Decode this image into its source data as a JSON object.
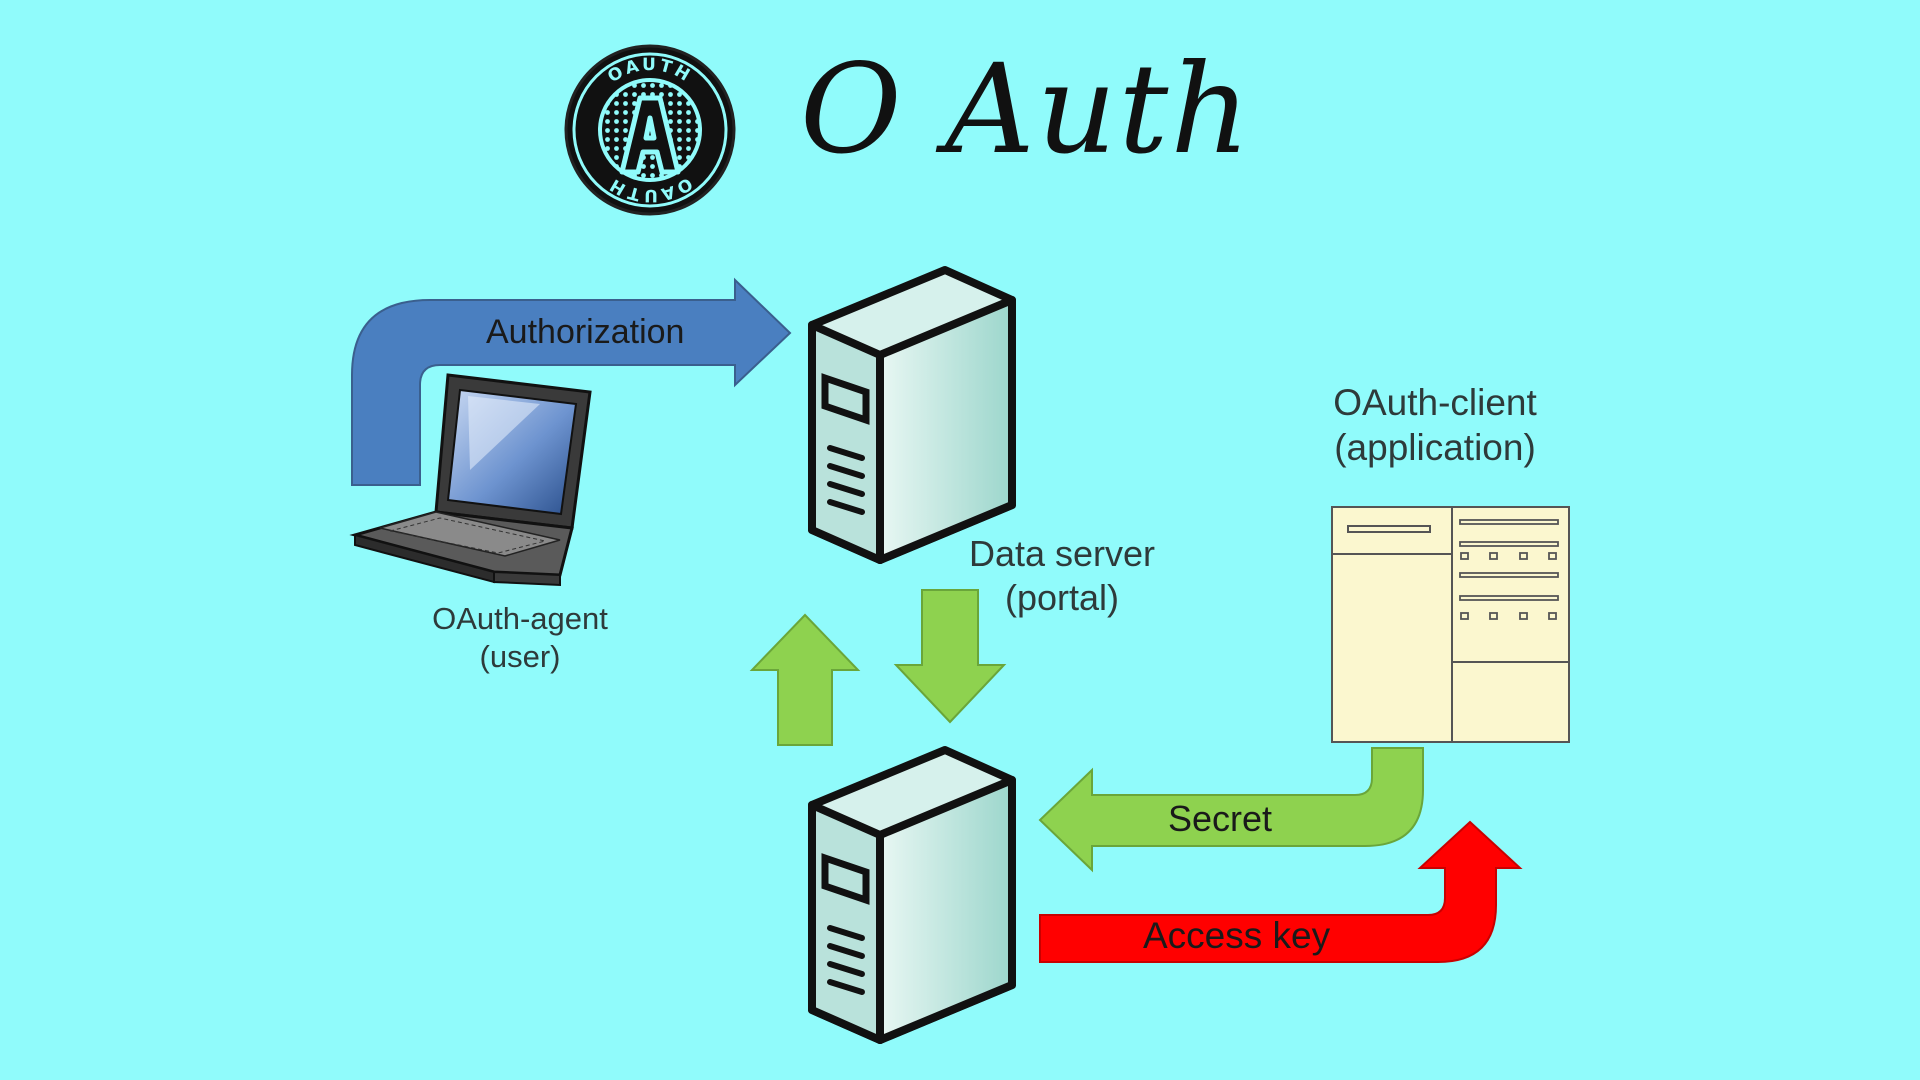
{
  "header": {
    "title": "O Auth",
    "logo": {
      "ring_text_top": "OAUTH",
      "ring_text_bottom": "OAUTH",
      "letter": "A"
    }
  },
  "arrows": {
    "authorization": "Authorization",
    "secret": "Secret",
    "access_key": "Access key"
  },
  "nodes": {
    "agent": {
      "line1": "OAuth-agent",
      "line2": "(user)"
    },
    "data_server": {
      "line1": "Data server",
      "line2": "(portal)"
    },
    "client": {
      "line1": "OAuth-client",
      "line2": "(application)"
    }
  },
  "colors": {
    "background": "#90fbfb",
    "authorization_arrow": "#4a7fc0",
    "flow_arrow": "#8ed24f",
    "access_arrow": "#ff0000",
    "server_face": "#c9ece6",
    "client_panel": "#fbf7cf"
  }
}
